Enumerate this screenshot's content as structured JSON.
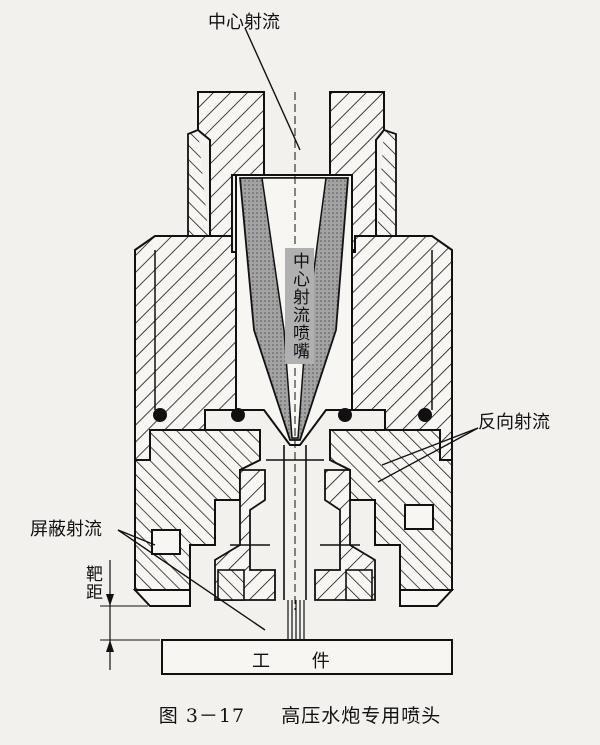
{
  "labels": {
    "central_jet": "中心射流",
    "central_nozzle": "中心射流喷嘴",
    "reverse_jet": "反向射流",
    "shield_jet": "屏蔽射流",
    "target_distance": "靶距",
    "workpiece": "工 件"
  },
  "caption": {
    "figure_no": "图 3－17",
    "title": "高压水炮专用喷头"
  },
  "colors": {
    "ink": "#111111",
    "paper": "#f2f1ee",
    "nozzle_fill": "#9a9a9a"
  }
}
